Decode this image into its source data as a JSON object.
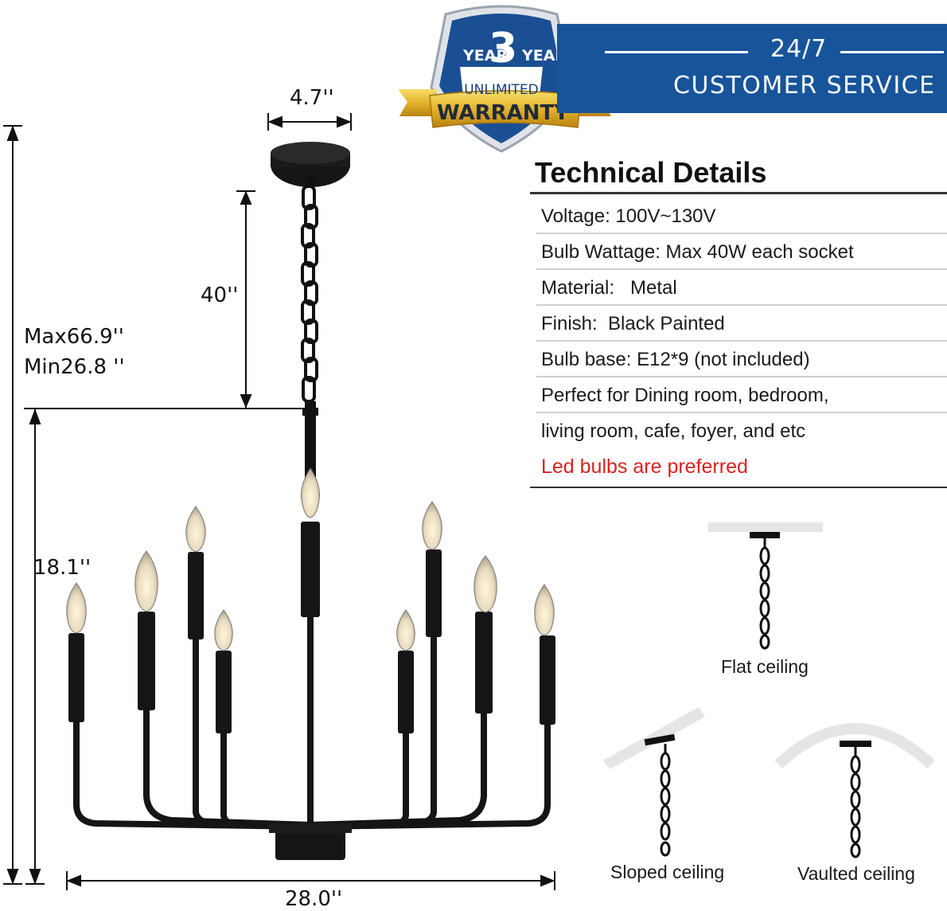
{
  "badge": {
    "year_left": "YEAR",
    "number": "3",
    "year_right": "YEAR",
    "unlimited": "UNLIMITED",
    "warranty": "WARRANTY"
  },
  "banner": {
    "hours": "24/7",
    "service": "CUSTOMER SERVICE",
    "color": "#17549a"
  },
  "dimensions": {
    "canopy_width": "4.7''",
    "chain_length": "40''",
    "max_height": "Max66.9''",
    "min_height": "Min26.8 ''",
    "body_height": "18.1''",
    "width": "28.0''"
  },
  "technical_details": {
    "title": "Technical Details",
    "rows": [
      "Voltage: 100V~130V",
      "Bulb Wattage: Max 40W each socket",
      "Material:   Metal",
      "Finish:  Black Painted",
      "Bulb base: E12*9 (not included)",
      "Perfect for Dining room, bedroom,",
      "living room, cafe, foyer, and etc"
    ],
    "note": "Led bulbs are preferred",
    "note_color": "#d9231f"
  },
  "ceiling_types": {
    "flat": "Flat ceiling",
    "sloped": "Sloped ceiling",
    "vaulted": "Vaulted ceiling"
  }
}
